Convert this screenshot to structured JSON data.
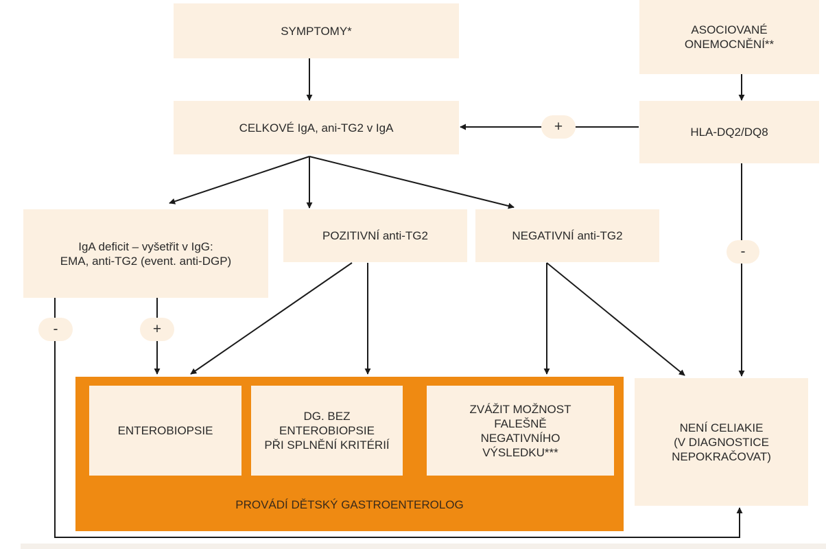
{
  "nodes": {
    "symptomy": [
      "SYMPTOMY*"
    ],
    "asociovane": [
      "ASOCIOVANÉ",
      "ONEMOCNĚNÍ**"
    ],
    "celkove": [
      "CELKOVÉ IgA, ani-TG2 v IgA"
    ],
    "hla": [
      "HLA-DQ2/DQ8"
    ],
    "iga_deficit": [
      "IgA deficit – vyšetřit v IgG:",
      "EMA, anti-TG2 (event. anti-DGP)"
    ],
    "pozitivni": [
      "POZITIVNÍ anti-TG2"
    ],
    "negativni": [
      "NEGATIVNÍ anti-TG2"
    ],
    "enterobiopsie": [
      "ENTEROBIOPSIE"
    ],
    "dg_bez": [
      "DG. BEZ",
      "ENTEROBIOPSIE",
      "PŘI SPLNĚNÍ KRITÉRIÍ"
    ],
    "zvazit": [
      "ZVÁŽIT MOŽNOST",
      "FALEŠNĚ",
      "NEGATIVNÍHO",
      "VÝSLEDKU***"
    ],
    "neni": [
      "NENÍ CELIAKIE",
      "(V DIAGNOSTICE",
      "NEPOKRAČOVAT)"
    ]
  },
  "group_label": "PROVÁDÍ DĚTSKÝ GASTROENTEROLOG",
  "signs": {
    "hla_to_celkove": "+",
    "hla_down": "-",
    "deficit_minus": "-",
    "deficit_plus": "+"
  },
  "colors": {
    "box_fill": "#fcf0e1",
    "group_fill": "#ef8a12",
    "arrow": "#1a1a1a"
  }
}
